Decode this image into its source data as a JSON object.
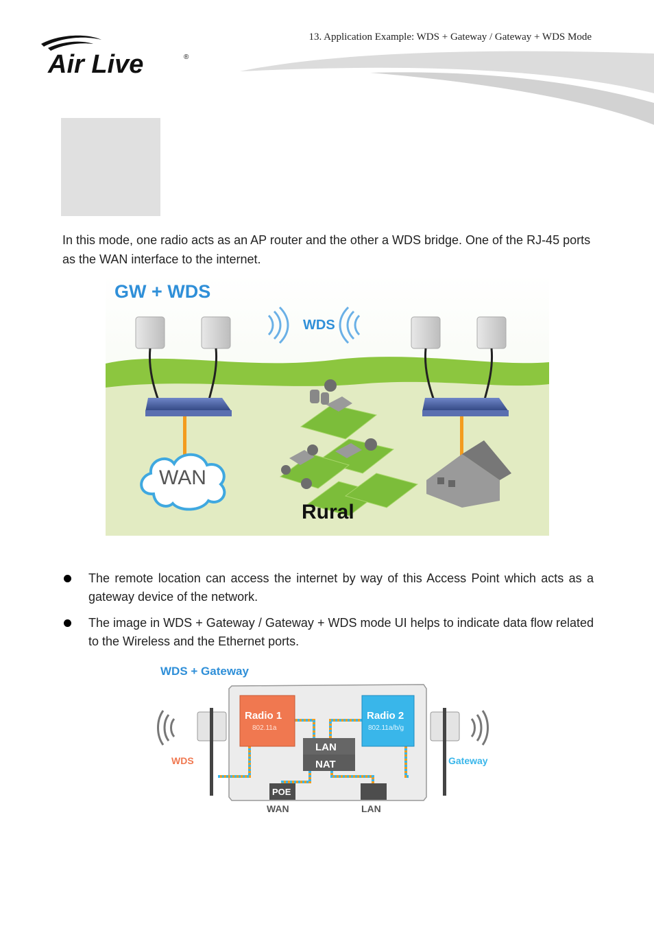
{
  "header": {
    "chapter_title": "13. Application Example: WDS + Gateway / Gateway + WDS Mode",
    "logo_text": "Air Live"
  },
  "intro": {
    "text": "In this mode, one radio acts as an AP router and the other a WDS bridge. One of the RJ-45 ports as the WAN interface to the internet."
  },
  "scene": {
    "title": "GW + WDS",
    "wds_label": "WDS",
    "wan_label": "WAN",
    "rural_label": "Rural"
  },
  "bullets": [
    "The remote location can access the internet by way of this Access Point which acts as a gateway device of the network.",
    "The image in WDS + Gateway / Gateway + WDS mode UI helps to indicate data flow related to the Wireless and the Ethernet ports."
  ],
  "diagram": {
    "title": "WDS + Gateway",
    "radio1": {
      "name": "Radio 1",
      "band": "802.11a"
    },
    "radio2": {
      "name": "Radio 2",
      "band": "802.11a/b/g"
    },
    "lan_box": "LAN",
    "nat_box": "NAT",
    "poe_box": "POE",
    "left_label": "WDS",
    "right_label": "Gateway",
    "wan_port": "WAN",
    "lan_port": "LAN"
  },
  "colors": {
    "title_blue": "#2f8fd8",
    "grass_green": "#7cbd3a",
    "radio1_orange": "#f07850",
    "radio2_blue": "#39b6ea",
    "cable_orange": "#f39c1e"
  }
}
